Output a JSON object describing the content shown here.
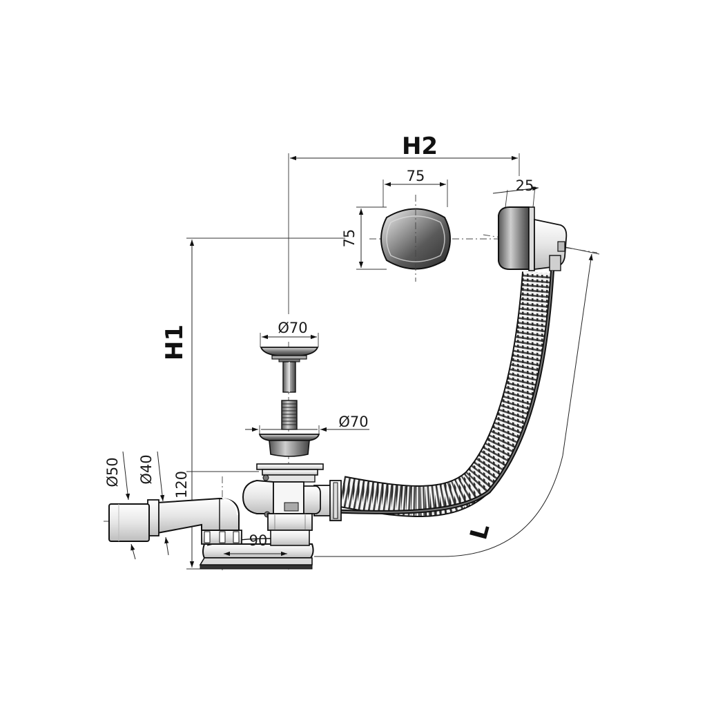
{
  "diagram": {
    "labels": {
      "h2": "H2",
      "h1": "H1",
      "l": "L",
      "overflow_width": "75",
      "overflow_height": "75",
      "overflow_depth": "25",
      "plug_diameter": "Ø70",
      "waste_diameter": "Ø70",
      "outlet_outer": "Ø50",
      "outlet_inner": "Ø40",
      "trap_height": "120",
      "trap_offset": "90"
    },
    "colors": {
      "line": "#111111",
      "metal_dark": "#4a4a4a",
      "metal_light": "#e8e8e8",
      "plastic": "#f2f2f2",
      "background": "#ffffff"
    }
  }
}
